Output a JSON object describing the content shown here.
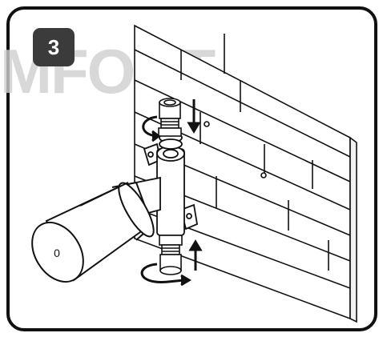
{
  "step": {
    "number": "3"
  },
  "watermark": {
    "text": "MFORT"
  },
  "item": {
    "label": "0"
  },
  "colors": {
    "stroke": "#111111",
    "badge": "#3b3b3b",
    "watermark": "#cfcfcf"
  },
  "icons": [
    "rotate-arrow-icon",
    "arrow-down-icon",
    "arrow-up-icon"
  ]
}
